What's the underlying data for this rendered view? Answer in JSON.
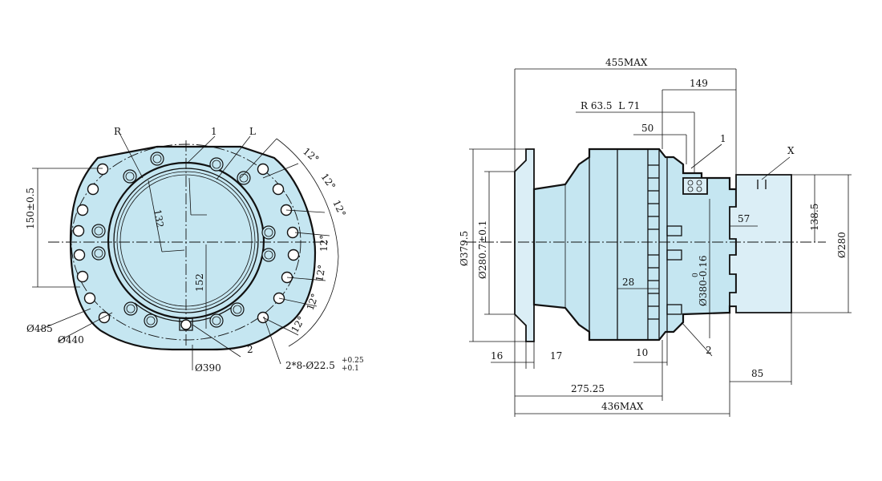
{
  "colors": {
    "fill": "#c5e6f1",
    "light": "#dbeef6",
    "line": "#111111"
  },
  "front_view": {
    "label_r": "R",
    "label_1": "1",
    "label_l": "L",
    "label_2": "2",
    "dim_150": "150±0.5",
    "dim_132": "132",
    "dim_152": "152",
    "dim_485": "Ø485",
    "dim_440": "Ø440",
    "dim_390": "Ø390",
    "holes_main": "2*8-Ø22.5",
    "holes_tol_upper": "+0.25",
    "holes_tol_lower": "+0.1",
    "angles": [
      "12°",
      "12°",
      "12°",
      "12°",
      "12°",
      "12°",
      "12°"
    ]
  },
  "side_view": {
    "dim_455max": "455MAX",
    "dim_149": "149",
    "dim_r_l": "R 63.5  L 71",
    "dim_50": "50",
    "label_1": "1",
    "label_x": "X",
    "dim_138_5": "138.5",
    "dim_57": "57",
    "dim_280": "Ø280",
    "dim_379_5": "Ø379.5",
    "dim_280_7": "Ø280.7±0.1",
    "dim_28": "28",
    "dim_380": "Ø380-0.16",
    "dim_380_upper": "0",
    "dim_16": "16",
    "dim_17": "17",
    "dim_10": "10",
    "label_2": "2",
    "dim_85": "85",
    "dim_275_25": "275.25",
    "dim_436max": "436MAX"
  }
}
